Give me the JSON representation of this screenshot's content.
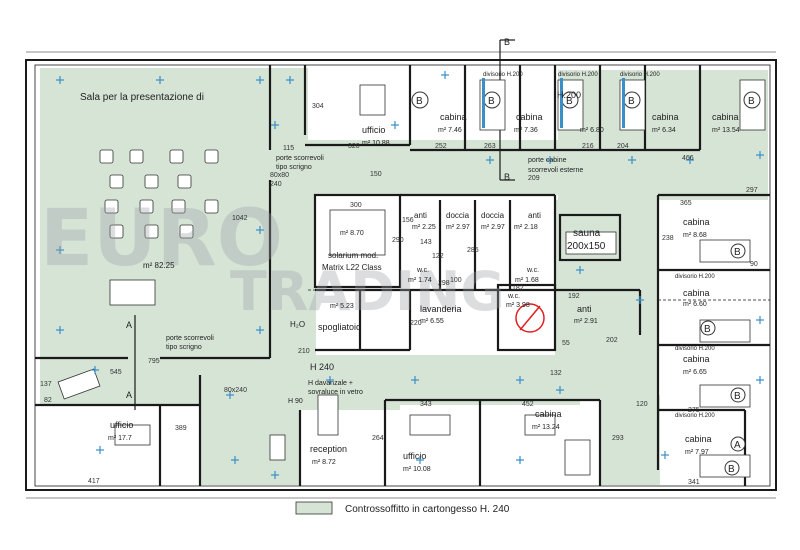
{
  "colors": {
    "ceiling": "#d6e4d6",
    "wall": "#1a1a1a",
    "light": "#3a8fc8",
    "watermark": "#9aa0a6",
    "sauna_mark": "#e02020"
  },
  "section_markers": {
    "b_top": "B",
    "b_bottom": "B",
    "a_top": "A",
    "a_bottom": "A"
  },
  "rooms": {
    "presentation": {
      "name": "Sala per la presentazione di",
      "area": "m² 82.25"
    },
    "ufficio_top": {
      "name": "ufficio",
      "area": "m² 10.88"
    },
    "cabina1": {
      "name": "cabina",
      "area": "m² 7.46"
    },
    "cabina2": {
      "name": "cabina",
      "area": "m² 7.36"
    },
    "cabina3": {
      "name": "H.200",
      "area": "m² 6.80"
    },
    "cabina4": {
      "name": "cabina",
      "area": "m² 6.34"
    },
    "cabina5": {
      "name": "cabina",
      "area": "m² 13.54"
    },
    "solarium": {
      "area": "m² 8.70",
      "line1": "solarium mod.",
      "line2": "Matrix L22 Class"
    },
    "anti1": {
      "name": "anti",
      "area": "m² 2.25"
    },
    "doccia1": {
      "name": "doccia",
      "area": "m² 2.97"
    },
    "doccia2": {
      "name": "doccia",
      "area": "m² 2.97"
    },
    "anti2": {
      "name": "anti",
      "area": "m² 2.18"
    },
    "wc1": {
      "name": "w.c.",
      "area": "m² 1.74"
    },
    "wc2": {
      "name": "w.c.",
      "area": "m² 1.68"
    },
    "sauna": {
      "name": "sauna",
      "size": "200x150"
    },
    "spogliatoio": {
      "name": "spogliatoio",
      "area": "m² 5.23"
    },
    "lavanderia": {
      "name": "lavanderia",
      "area": "m² 6.55"
    },
    "wc3": {
      "name": "w.c.",
      "area": "m² 3.98"
    },
    "anti3": {
      "name": "anti",
      "area": "m² 2.91"
    },
    "cabina_r1": {
      "name": "cabina",
      "area": "m² 8.68"
    },
    "cabina_r2": {
      "name": "cabina",
      "area": "m² 6.60"
    },
    "cabina_r3": {
      "name": "cabina",
      "area": "m² 6.65"
    },
    "cabina_r4": {
      "name": "cabina",
      "area": "m² 7.97"
    },
    "ufficio_left": {
      "name": "ufficio",
      "area": "m² 17.7"
    },
    "reception": {
      "name": "reception",
      "area": "m² 8.72"
    },
    "ufficio_bottom": {
      "name": "ufficio",
      "area": "m² 10.08"
    },
    "cabina_bottom": {
      "name": "cabina",
      "area": "m² 13.24"
    }
  },
  "annotations": {
    "porte_top1": "porte scorrevoli",
    "porte_top2": "tipo scrigno",
    "porte_cab1": "porte cabine",
    "porte_cab2": "scorrevoli esterne",
    "porte_left1": "porte scorrevoli",
    "porte_left2": "tipo scrigno",
    "h240": "H 240",
    "h90": "H 90",
    "davanzale1": "H davanzale +",
    "davanzale2": "sovraluce in vetro",
    "h2o": "H₂O",
    "divisorio": "divisorio H.200",
    "bed_b": "B",
    "bed_a": "A"
  },
  "dimensions": {
    "d304": "304",
    "d320": "320",
    "d252": "252",
    "d263": "263",
    "d216": "216",
    "d204": "204",
    "d115": "115",
    "d80x80": "80x80",
    "d240": "240",
    "d150": "150",
    "d300": "300",
    "d290": "290",
    "d156": "156",
    "d143": "143",
    "d122": "122",
    "d285": "285",
    "d100": "100",
    "d209": "209",
    "d466": "466",
    "d297": "297",
    "d365": "365",
    "d238": "238",
    "d90": "90",
    "d1042": "1042",
    "d795": "795",
    "d545": "545",
    "d210": "210",
    "d298": "298",
    "d220": "220",
    "d182": "182",
    "d192": "192",
    "d202": "202",
    "d55": "55",
    "d132": "132",
    "d275": "275",
    "d120": "120",
    "d343": "343",
    "d452": "452",
    "d264": "264",
    "d389": "389",
    "d417": "417",
    "d341": "341",
    "d137": "137",
    "d82": "82",
    "d80x240": "80x240",
    "d293": "293"
  },
  "watermark": {
    "line1": "EURO",
    "line2": "TRADING"
  },
  "legend": {
    "label": "Controssoffitto in cartongesso H. 240"
  }
}
